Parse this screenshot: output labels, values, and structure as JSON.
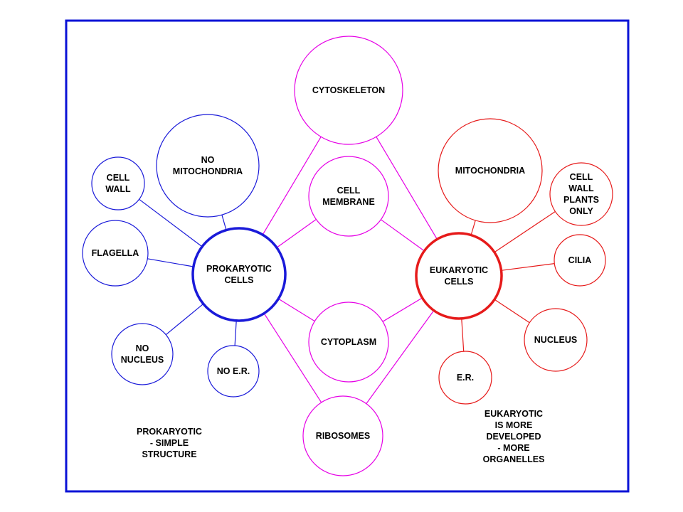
{
  "colors": {
    "frame": "#0a12d6",
    "prokaryotic": "#1a1ad9",
    "shared": "#e600e6",
    "eukaryotic": "#e61a1a"
  },
  "nodes": {
    "prokaryotic_cells": [
      "PROKARYOTIC",
      "CELLS"
    ],
    "eukaryotic_cells": [
      "EUKARYOTIC",
      "CELLS"
    ],
    "cytoskeleton": [
      "CYTOSKELETON"
    ],
    "cell_membrane": [
      "CELL",
      "MEMBRANE"
    ],
    "cytoplasm": [
      "CYTOPLASM"
    ],
    "ribosomes": [
      "RIBOSOMES"
    ],
    "no_mitochondria": [
      "NO",
      "MITOCHONDRIA"
    ],
    "cell_wall": [
      "CELL",
      "WALL"
    ],
    "flagella": [
      "FLAGELLA"
    ],
    "no_nucleus": [
      "NO",
      "NUCLEUS"
    ],
    "no_er": [
      "NO E.R."
    ],
    "mitochondria": [
      "MITOCHONDRIA"
    ],
    "cell_wall_plants_only": [
      "CELL",
      "WALL",
      "PLANTS",
      "ONLY"
    ],
    "cilia": [
      "CILIA"
    ],
    "nucleus": [
      "NUCLEUS"
    ],
    "er": [
      "E.R."
    ]
  },
  "notes": {
    "prokaryotic": [
      "PROKARYOTIC",
      "- SIMPLE",
      "STRUCTURE"
    ],
    "eukaryotic": [
      "EUKARYOTIC",
      "IS MORE",
      "DEVELOPED",
      "- MORE",
      "ORGANELLES"
    ]
  }
}
